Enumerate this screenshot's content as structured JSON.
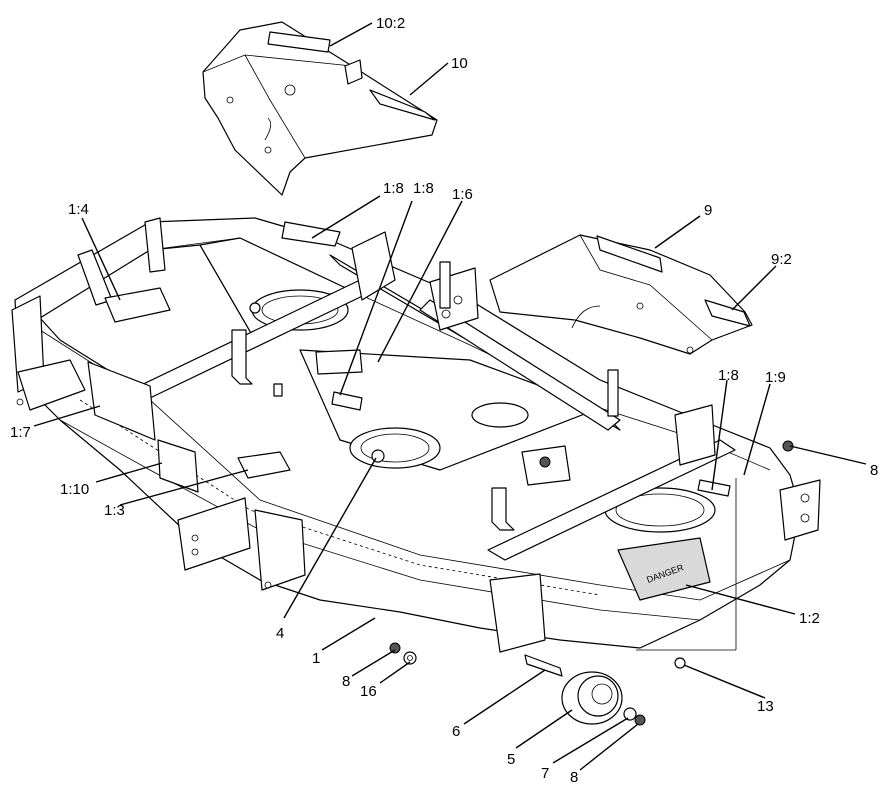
{
  "callouts": {
    "c_10_2": "10:2",
    "c_10": "10",
    "c_1_8_a": "1:8",
    "c_1_8_b": "1:8",
    "c_1_6": "1:6",
    "c_1_4": "1:4",
    "c_9": "9",
    "c_9_2": "9:2",
    "c_1_7": "1:7",
    "c_1_8_c": "1:8",
    "c_1_9": "1:9",
    "c_8_a": "8",
    "c_1_10": "1:10",
    "c_1_3": "1:3",
    "c_1_2": "1:2",
    "c_4": "4",
    "c_1": "1",
    "c_8_b": "8",
    "c_16": "16",
    "c_13": "13",
    "c_6": "6",
    "c_5": "5",
    "c_7": "7",
    "c_8_c": "8"
  },
  "decals": {
    "danger": "DANGER"
  }
}
